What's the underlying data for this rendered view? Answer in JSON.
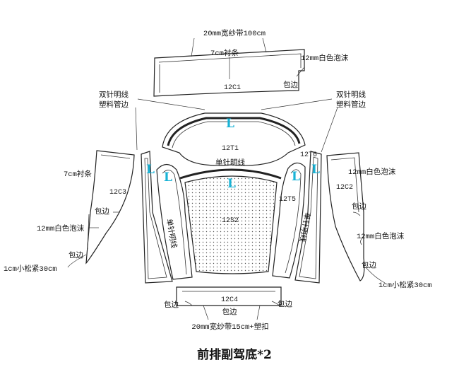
{
  "title": "前排副驾底*2",
  "labels": {
    "gauze_top": "20mm宽纱带100cm",
    "lining_top": "7cm衬条",
    "foam_top_right": "12mm白色泡沫",
    "hem_top_right": "包边",
    "double_stitch_left_1": "双针明线",
    "double_stitch_left_2": "塑料管边",
    "double_stitch_right_1": "双针明线",
    "double_stitch_right_2": "塑料管边",
    "single_stitch_center": "单针明线",
    "lining_left": "7cm衬条",
    "hem_left_1": "包边",
    "foam_left": "12mm白色泡沫",
    "hem_left_2": "包边",
    "elastic_left": "1cm小松紧30cm",
    "foam_right_1": "12mm白色泡沫",
    "hem_right": "包边",
    "foam_right_2": "12mm白色泡沫",
    "hem_right_2": "包边",
    "elastic_right": "1cm小松紧30cm",
    "hem_bottom_left": "包边",
    "hem_bottom_center": "包边",
    "hem_bottom_right": "包边",
    "gauze_bottom": "20mm宽纱带15cm+塑扣",
    "single_stitch_left_v": "单针明线",
    "single_stitch_right_v": "单针明线"
  },
  "codes": {
    "c1": "12C1",
    "t1": "12T1",
    "s2": "12S2",
    "c3": "12C3",
    "c2": "12C2",
    "t5": "12T5",
    "t6": "12T6",
    "c4": "12C4"
  },
  "marks": {
    "L": "L"
  }
}
